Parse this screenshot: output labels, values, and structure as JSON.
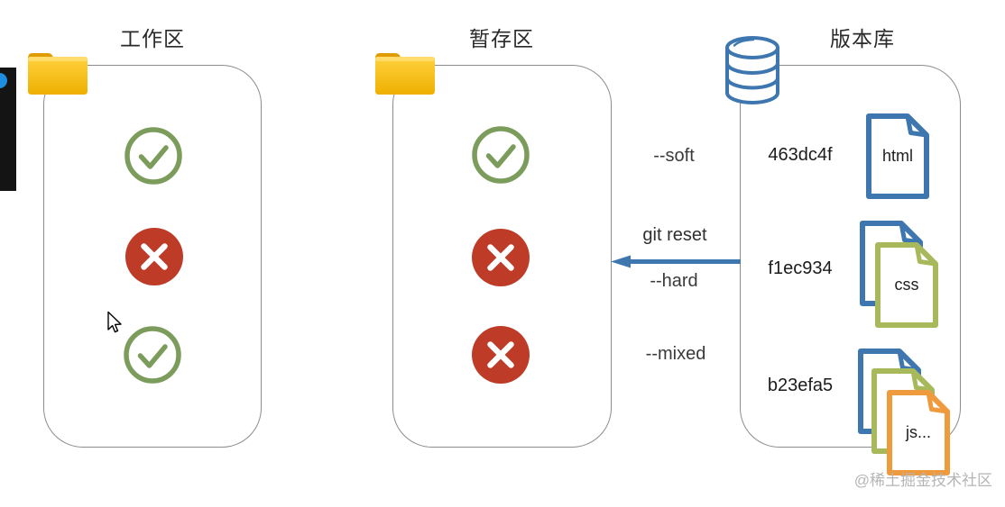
{
  "page": {
    "watermark": "@稀土掘金技术社区"
  },
  "columns": {
    "workspace": {
      "title": "工作区",
      "icon": "folder-icon",
      "statuses": [
        "check",
        "cross",
        "check"
      ]
    },
    "staging": {
      "title": "暂存区",
      "icon": "folder-icon",
      "statuses": [
        "check",
        "cross",
        "cross"
      ]
    },
    "repository": {
      "title": "版本库",
      "icon": "database-icon",
      "commits": [
        {
          "hash": "463dc4f",
          "files": [
            {
              "label": "html",
              "color": "#3E76B0"
            }
          ]
        },
        {
          "hash": "f1ec934",
          "files": [
            {
              "label": "",
              "color": "#3E76B0"
            },
            {
              "label": "css",
              "color": "#A8B95C"
            }
          ]
        },
        {
          "hash": "b23efa5",
          "files": [
            {
              "label": "",
              "color": "#3E76B0"
            },
            {
              "label": "",
              "color": "#A8B95C"
            },
            {
              "label": "js...",
              "color": "#F09A3E"
            }
          ]
        }
      ]
    }
  },
  "reset": {
    "command": "git reset",
    "modes": [
      "--soft",
      "--hard",
      "--mixed"
    ],
    "arrow_color": "#3E76B0",
    "arrow_direction": "left"
  },
  "colors": {
    "check_green": "#7C9C5C",
    "cross_red": "#BE3B28",
    "file_blue": "#3E76B0",
    "file_olive": "#A8B95C",
    "file_orange": "#F09A3E",
    "folder_gold": "#F6BE19",
    "watermark_gray": "#B5B5B5"
  }
}
